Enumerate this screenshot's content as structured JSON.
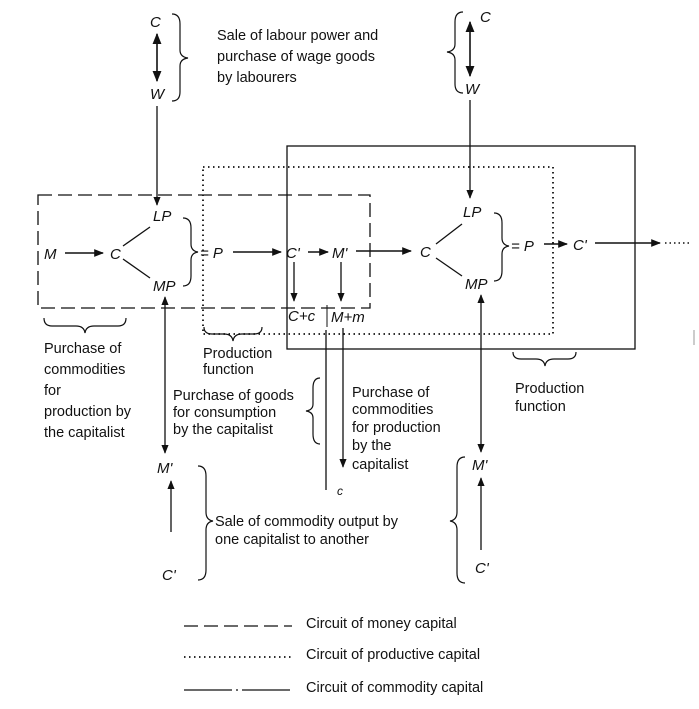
{
  "symbols": {
    "c_top_left": "C",
    "w_top_left": "W",
    "c_top_right": "C",
    "w_top_right": "W",
    "m1": "M",
    "c1": "C",
    "lp1": "LP",
    "mp1": "MP",
    "p1": "= P",
    "cprime1": "C'",
    "mprime1": "M'",
    "c2": "C",
    "lp2": "LP",
    "mp2": "MP",
    "p2": "= P",
    "cprime2": "C'",
    "cplusc": "C+c",
    "mplusm": "M+m",
    "small_c": "c",
    "mprime_bl": "M'",
    "cprime_bl": "C'",
    "mprime_br": "M'",
    "cprime_br": "C'"
  },
  "labels": {
    "sale_labour": [
      "Sale of labour power and",
      "purchase of wage goods",
      "by labourers"
    ],
    "purchase_left": [
      "Purchase of",
      "commodities",
      "for",
      "production by",
      "the capitalist"
    ],
    "production_fn_mid": [
      "Production",
      "function"
    ],
    "purchase_goods": [
      "Purchase of goods",
      "for consumption",
      "by the capitalist"
    ],
    "purchase_right": [
      "Purchase of",
      "commodities",
      "for production",
      "by the",
      "capitalist"
    ],
    "production_fn_right": [
      "Production",
      "function"
    ],
    "sale_commodity": [
      "Sale of commodity output by",
      "one capitalist to another"
    ]
  },
  "legend": [
    {
      "style": "dashed",
      "label": "Circuit of money capital"
    },
    {
      "style": "dotted",
      "label": "Circuit of productive capital"
    },
    {
      "style": "dashdot",
      "label": "Circuit of commodity capital"
    }
  ]
}
